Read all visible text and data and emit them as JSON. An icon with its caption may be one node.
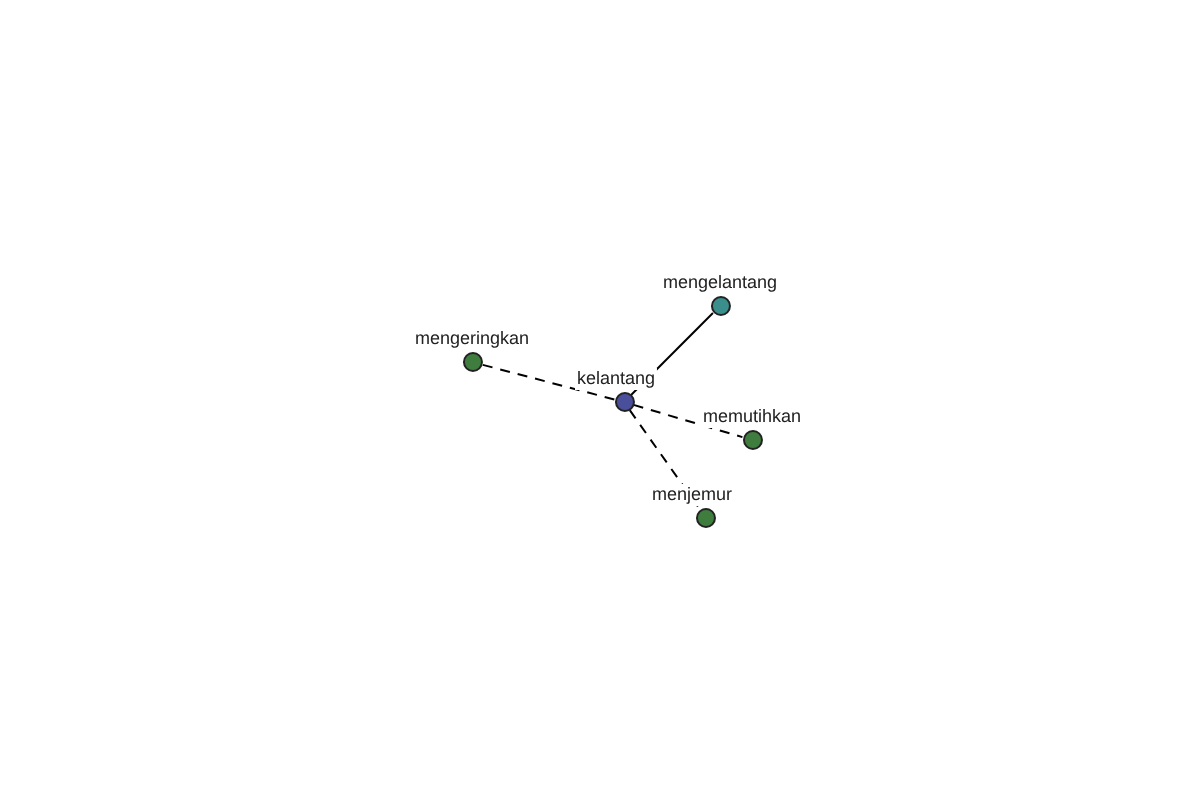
{
  "diagram": {
    "nodes": [
      {
        "text": [
          "mengelantang"
        ]
      },
      {
        "text": [
          "mengeringkan"
        ]
      },
      {
        "text": [
          "kelantang"
        ]
      },
      {
        "text": [
          "memutihkan"
        ]
      },
      {
        "text": [
          "menjemur"
        ]
      }
    ],
    "edges": [
      {
        "from": 2,
        "to": 0,
        "arrow": "none"
      },
      {
        "from": 2,
        "to": 1,
        "arrow": "none",
        "style": "dashed"
      },
      {
        "from": 2,
        "to": 3,
        "arrow": "none",
        "style": "dashed"
      },
      {
        "from": 2,
        "to": 4,
        "arrow": "none",
        "style": "dashed"
      }
    ]
  }
}
